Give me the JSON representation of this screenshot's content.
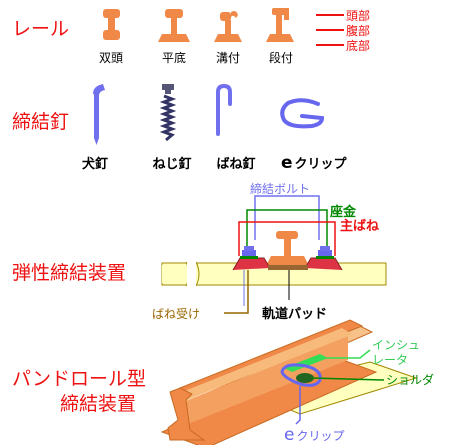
{
  "rail_section": {
    "title": "レール",
    "types": [
      "双頭",
      "平底",
      "溝付",
      "段付"
    ],
    "parts": [
      "頭部",
      "腹部",
      "底部"
    ]
  },
  "spike_section": {
    "title": "締結釘",
    "types": [
      "犬釘",
      "ねじ釘",
      "ばね釘"
    ],
    "eclip_e": "e",
    "eclip_rest": "クリップ"
  },
  "elastic_section": {
    "title": "弾性締結装置",
    "bolt": "締結ボルト",
    "washer": "座金",
    "main_spring": "主ばね",
    "spring_receiver": "ばね受け",
    "pad": "軌道パッド"
  },
  "pandrol_section": {
    "title_line1": "パンドロール型",
    "title_line2": "締結装置",
    "insulator_line1": "インシュ",
    "insulator_line2": "レータ",
    "shoulder": "ショルダ",
    "eclip_e": "e",
    "eclip_rest": "クリップ"
  },
  "colors": {
    "title_red": "#ee1111",
    "rail_orange": "#f08848",
    "spike_blue": "#7070ee",
    "eclip_blue": "#6666ee",
    "sleeper_yellow": "#ffffc0",
    "green_label": "#008800",
    "brown_label": "#996600"
  }
}
